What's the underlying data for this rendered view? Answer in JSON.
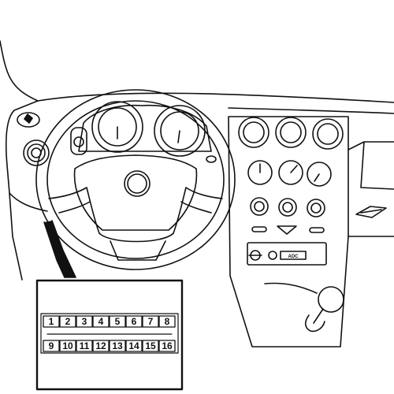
{
  "diagram": {
    "radio_label": "ADC",
    "connector": {
      "top_row": [
        "1",
        "2",
        "3",
        "4",
        "5",
        "6",
        "7",
        "8"
      ],
      "bottom_row": [
        "9",
        "10",
        "11",
        "12",
        "13",
        "14",
        "15",
        "16"
      ]
    },
    "colors": {
      "line": "#111111",
      "background": "#ffffff"
    }
  }
}
